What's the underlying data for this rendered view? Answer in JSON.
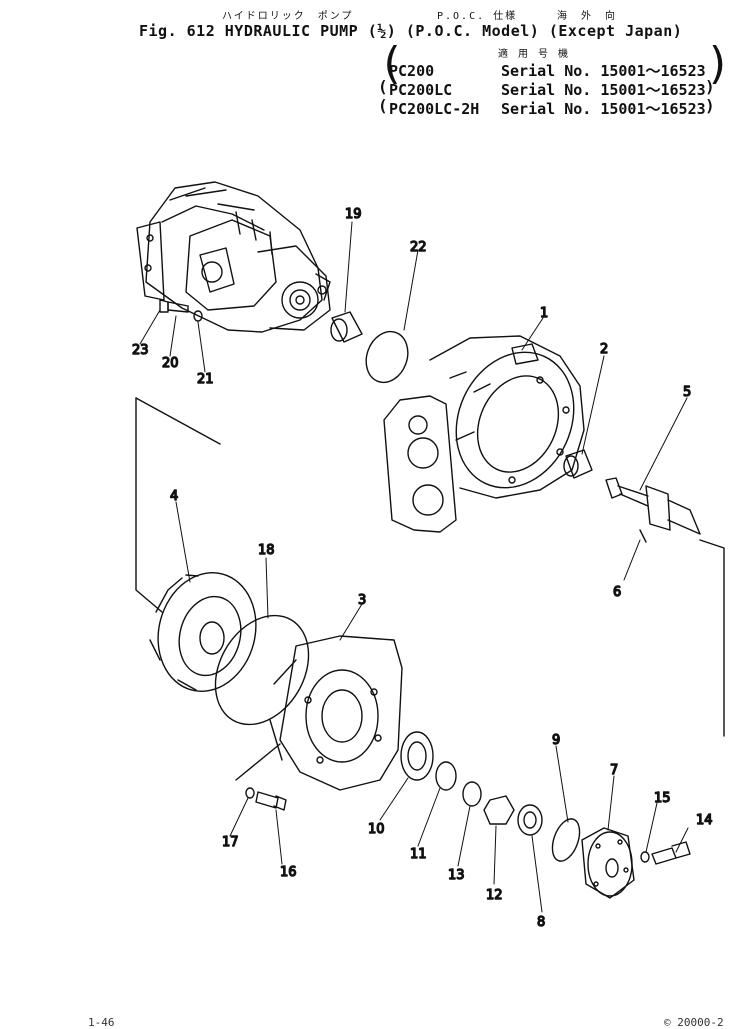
{
  "header": {
    "jp_part_name": "ハイドロリック　ポンプ",
    "jp_spec": "P.O.C. 仕様",
    "jp_destination": "海　外　向",
    "title": "Fig. 612  HYDRAULIC PUMP (½) (P.O.C. Model) (Except Japan)"
  },
  "applicability": {
    "heading": "適 用 号 機",
    "rows": [
      {
        "model": "PC200",
        "serial": "Serial No. 15001～16523"
      },
      {
        "model": "PC200LC",
        "serial": "Serial No. 15001～16523"
      },
      {
        "model": "PC200LC-2H",
        "serial": "Serial No. 15001～16523"
      }
    ]
  },
  "callouts": [
    "1",
    "2",
    "3",
    "4",
    "5",
    "6",
    "7",
    "8",
    "9",
    "10",
    "11",
    "12",
    "13",
    "14",
    "15",
    "16",
    "17",
    "18",
    "19",
    "20",
    "21",
    "22",
    "23"
  ],
  "footer": {
    "left": "1-46",
    "right": "© 20000-2"
  },
  "colors": {
    "ink": "#111111",
    "paper": "#ffffff"
  }
}
